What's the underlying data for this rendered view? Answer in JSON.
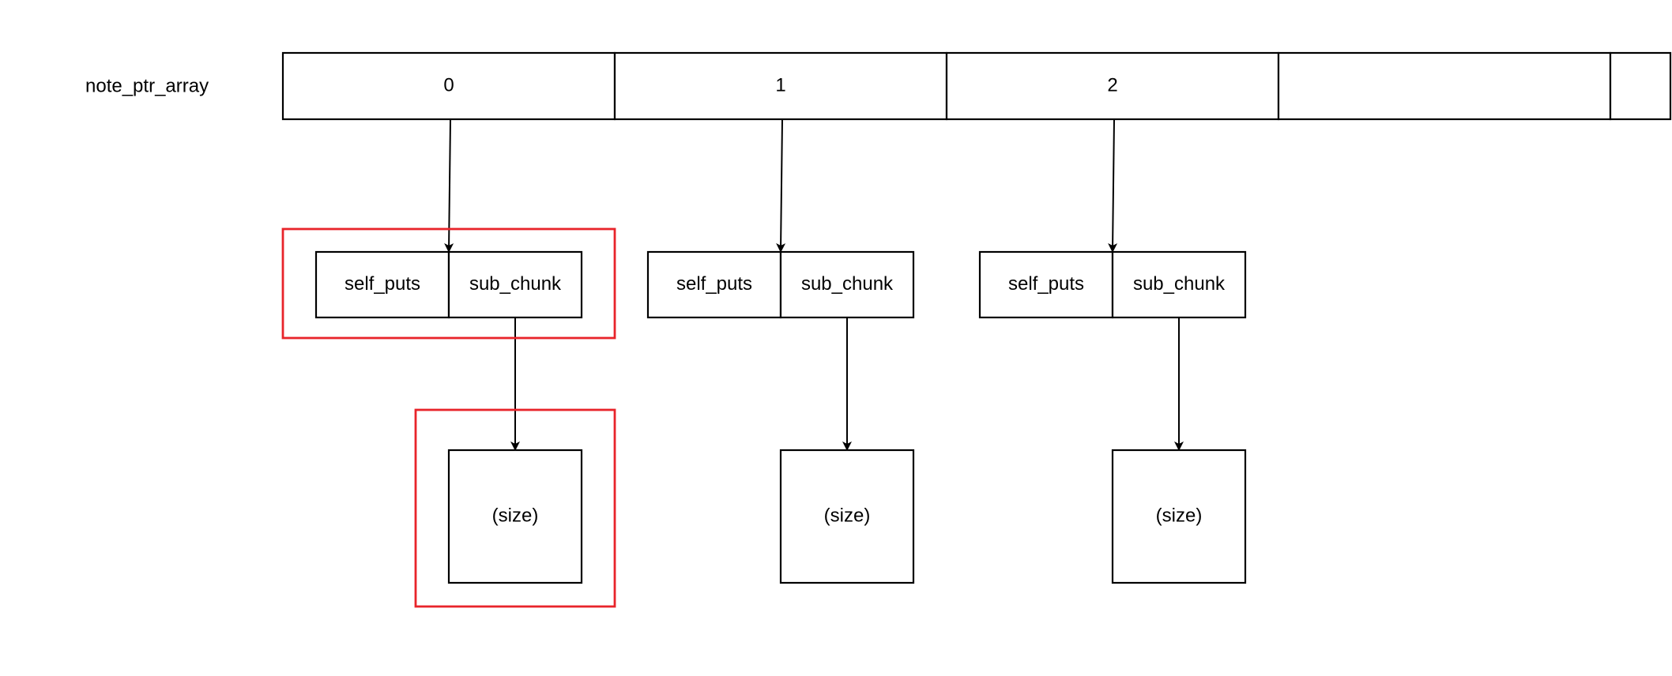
{
  "array_label": "note_ptr_array",
  "array_cells": [
    "0",
    "1",
    "2",
    "",
    ""
  ],
  "notes": [
    {
      "self_puts": "self_puts",
      "sub_chunk": "sub_chunk",
      "chunk": "(size)",
      "highlighted": true
    },
    {
      "self_puts": "self_puts",
      "sub_chunk": "sub_chunk",
      "chunk": "(size)",
      "highlighted": false
    },
    {
      "self_puts": "self_puts",
      "sub_chunk": "sub_chunk",
      "chunk": "(size)",
      "highlighted": false
    }
  ],
  "colors": {
    "stroke": "#000000",
    "highlight": "#e8242a",
    "background": "#ffffff"
  }
}
